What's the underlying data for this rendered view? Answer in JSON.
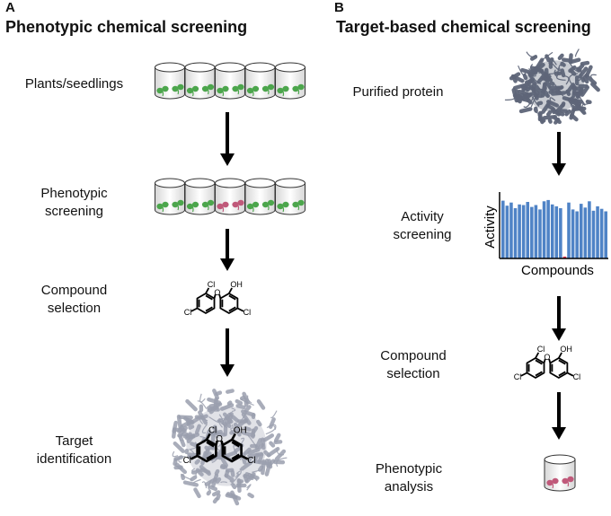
{
  "panelA": {
    "letter": "A",
    "title": "Phenotypic chemical screening",
    "steps": [
      {
        "label": "Plants/seedlings"
      },
      {
        "label": "Phenotypic screening",
        "lines": [
          "Phenotypic",
          "screening"
        ]
      },
      {
        "label": "Compound selection",
        "lines": [
          "Compound",
          "selection"
        ]
      },
      {
        "label": "Target identification",
        "lines": [
          "Target",
          "identification"
        ]
      }
    ]
  },
  "panelB": {
    "letter": "B",
    "title": "Target-based chemical screening",
    "steps": [
      {
        "label": "Purified protein"
      },
      {
        "label": "Activity screening",
        "lines": [
          "Activity",
          "screening"
        ]
      },
      {
        "label": "Compound selection",
        "lines": [
          "Compound",
          "selection"
        ]
      },
      {
        "label": "Phenotypic analysis",
        "lines": [
          "Phenotypic",
          "analysis"
        ]
      }
    ]
  },
  "molecule": {
    "atom_cl": "Cl",
    "atom_oh": "OH"
  },
  "chart_data": {
    "type": "bar",
    "title": "",
    "xlabel": "Compounds",
    "ylabel": "Activity",
    "grid": false,
    "values": [
      0.92,
      0.84,
      0.89,
      0.8,
      0.86,
      0.85,
      0.9,
      0.82,
      0.85,
      0.78,
      0.91,
      0.93,
      0.86,
      0.83,
      0.8,
      0.03,
      0.89,
      0.78,
      0.75,
      0.87,
      0.81,
      0.91,
      0.76,
      0.83,
      0.79,
      0.75
    ],
    "highlight_index": 15,
    "colors": {
      "bar": "#4f83c6",
      "highlight": "#e0354f"
    }
  },
  "colors": {
    "seedling": "#4ca64c",
    "seedling_hit": "#c0597a",
    "arrow": "#000000",
    "protein": "#5e6578",
    "protein_faded": "#9a9fae"
  }
}
